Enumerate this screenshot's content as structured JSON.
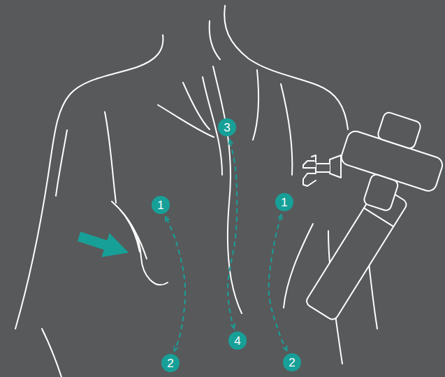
{
  "diagram": {
    "nodes": [
      {
        "text": [
          "3"
        ]
      },
      {
        "text": [
          "1"
        ]
      },
      {
        "text": [
          "1"
        ]
      },
      {
        "text": [
          "4"
        ]
      },
      {
        "text": [
          "2"
        ]
      },
      {
        "text": [
          "2"
        ]
      }
    ],
    "edges": [
      {
        "from": 1,
        "to": 4,
        "arrow": "both"
      },
      {
        "from": 0,
        "to": 3,
        "arrow": "both"
      },
      {
        "from": 2,
        "to": 5,
        "arrow": "both"
      }
    ]
  }
}
